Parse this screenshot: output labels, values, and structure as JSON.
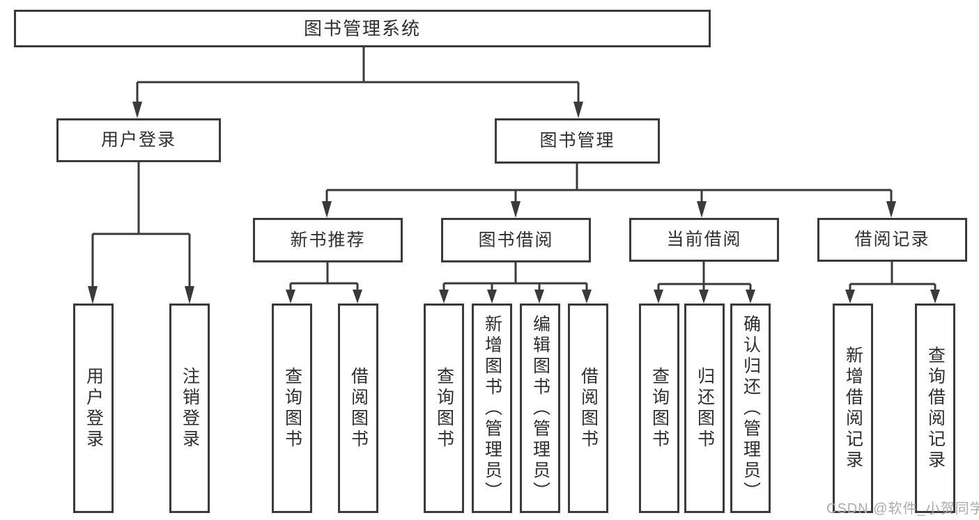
{
  "tree": {
    "root": {
      "label": "图书管理系统"
    },
    "branches": [
      {
        "label": "用户登录",
        "children": [
          {
            "label": "用户登录"
          },
          {
            "label": "注销登录"
          }
        ]
      },
      {
        "label": "图书管理",
        "children": [
          {
            "label": "新书推荐",
            "children": [
              {
                "label": "查询图书"
              },
              {
                "label": "借阅图书"
              }
            ]
          },
          {
            "label": "图书借阅",
            "children": [
              {
                "label": "查询图书"
              },
              {
                "label": "新增图书（管理员）"
              },
              {
                "label": "编辑图书（管理员）"
              },
              {
                "label": "借阅图书"
              }
            ]
          },
          {
            "label": "当前借阅",
            "children": [
              {
                "label": "查询图书"
              },
              {
                "label": "归还图书"
              },
              {
                "label": "确认归还（管理员）"
              }
            ]
          },
          {
            "label": "借阅记录",
            "children": [
              {
                "label": "新增借阅记录"
              },
              {
                "label": "查询借阅记录"
              }
            ]
          }
        ]
      }
    ]
  },
  "watermark": {
    "text": "CSDN @软件_小贺同学"
  },
  "colors": {
    "line": "#3a3a3a",
    "text": "#2e2e2e",
    "watermark": "#ababab",
    "background": "#ffffff"
  }
}
